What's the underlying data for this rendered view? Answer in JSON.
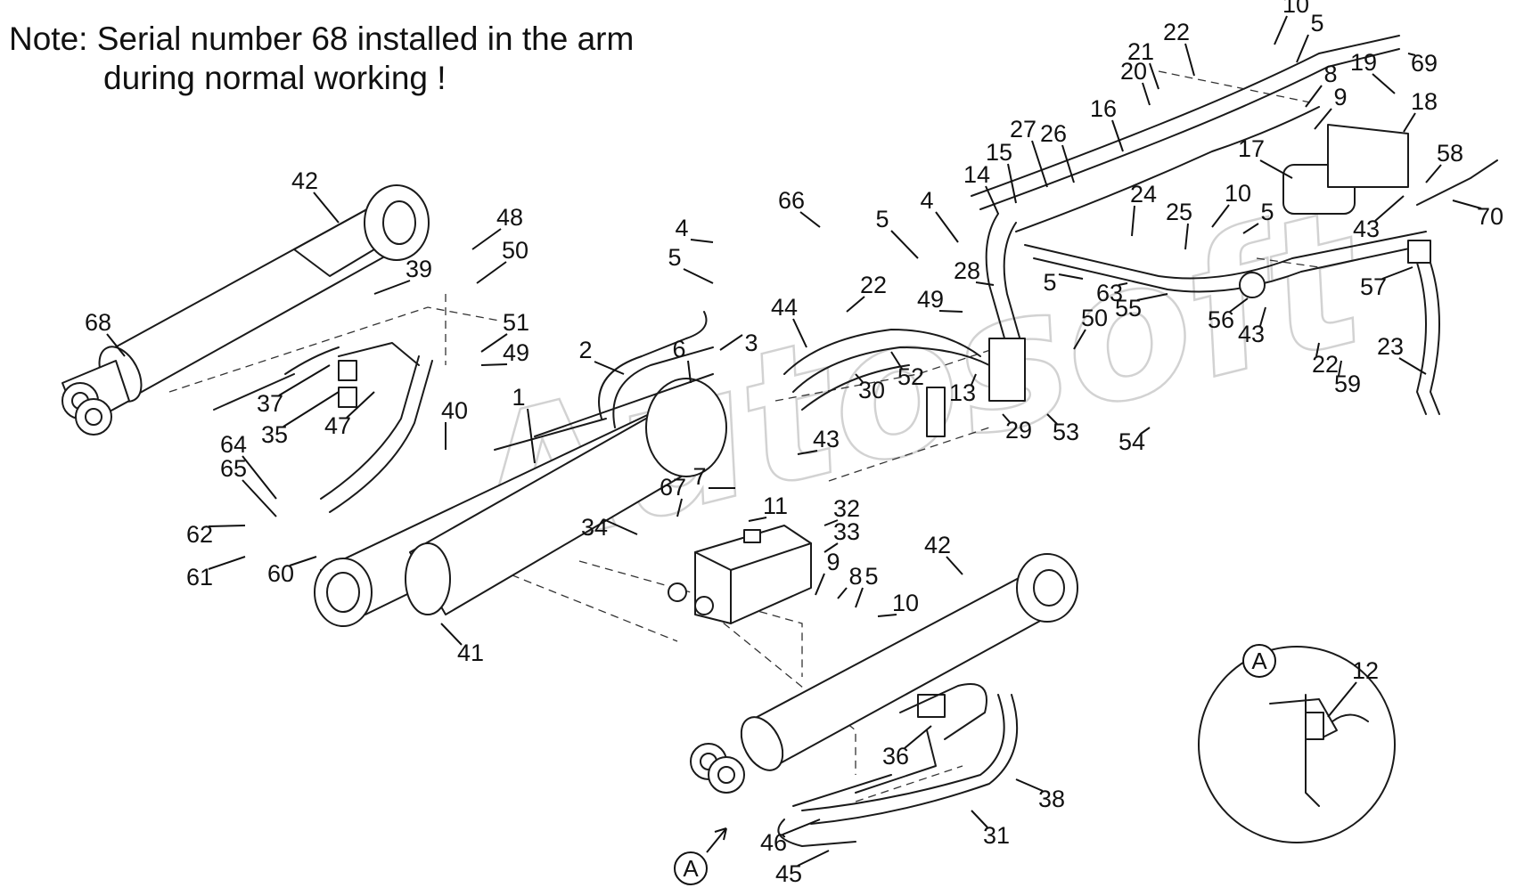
{
  "note": {
    "line1": "Note: Serial number 68 installed in the arm",
    "line2": "during normal working !"
  },
  "watermark": "Autosoft",
  "detail_view": {
    "label": "A",
    "callout": "12"
  },
  "view_marker": "A",
  "callouts": [
    "1",
    "2",
    "3",
    "4",
    "4",
    "5",
    "5",
    "5",
    "5",
    "5",
    "5",
    "6",
    "7",
    "8",
    "8",
    "9",
    "9",
    "10",
    "10",
    "10",
    "11",
    "12",
    "13",
    "14",
    "15",
    "16",
    "17",
    "18",
    "19",
    "20",
    "21",
    "22",
    "22",
    "22",
    "23",
    "24",
    "25",
    "26",
    "27",
    "28",
    "29",
    "30",
    "31",
    "32",
    "33",
    "34",
    "35",
    "36",
    "37",
    "38",
    "39",
    "40",
    "41",
    "42",
    "42",
    "43",
    "43",
    "43",
    "44",
    "45",
    "46",
    "47",
    "48",
    "49",
    "49",
    "50",
    "50",
    "51",
    "52",
    "53",
    "54",
    "55",
    "56",
    "57",
    "58",
    "59",
    "60",
    "61",
    "62",
    "63",
    "64",
    "65",
    "66",
    "67",
    "68",
    "69",
    "70"
  ]
}
